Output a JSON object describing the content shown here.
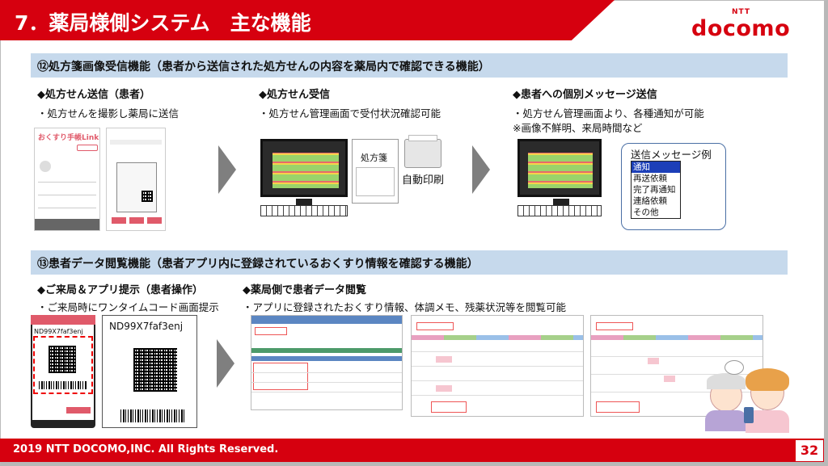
{
  "title": "7．薬局様側システム　主な機能",
  "brand": {
    "ntt": "NTT",
    "logo": "docomo"
  },
  "section1": {
    "header": "⑫処方箋画像受信機能（患者から送信された処方せんの内容を薬局内で確認できる機能）",
    "col1": {
      "heading": "◆処方せん送信（患者）",
      "desc": "・処方せんを撮影し薬局に送信"
    },
    "col2": {
      "heading": "◆処方せん受信",
      "desc": "・処方せん管理画面で受付状況確認可能",
      "sheet_label": "処方箋",
      "print_label": "自動印刷"
    },
    "col3": {
      "heading": "◆患者への個別メッセージ送信",
      "desc1": "・処方せん管理画面より、各種通知が可能",
      "desc2": "※画像不鮮明、来局時間など"
    },
    "app_title": "おくすり手帳Link",
    "message_box": {
      "title": "送信メッセージ例",
      "items": [
        "通知",
        "再送依頼",
        "完了再通知",
        "連絡依頼",
        "その他"
      ]
    }
  },
  "section2": {
    "header": "⑬患者データ閲覧機能（患者アプリ内に登録されているおくすり情報を確認する機能）",
    "col1": {
      "heading": "◆ご来局＆アプリ提示（患者操作）",
      "desc": "・ご来局時にワンタイムコード画面提示",
      "code": "ND99X7faf3enj",
      "phone_code": "ND99X7faf3enj"
    },
    "col2": {
      "heading": "◆薬局側で患者データ閲覧",
      "desc": "・アプリに登録されたおくすり情報、体調メモ、残薬状況等を閲覧可能"
    }
  },
  "footer": "2019 NTT DOCOMO,INC.  All Rights Reserved.",
  "page_number": "32",
  "colors": {
    "brand_red": "#d6000f",
    "section_blue": "#c6d9ec",
    "select_blue": "#1c3fb8"
  }
}
